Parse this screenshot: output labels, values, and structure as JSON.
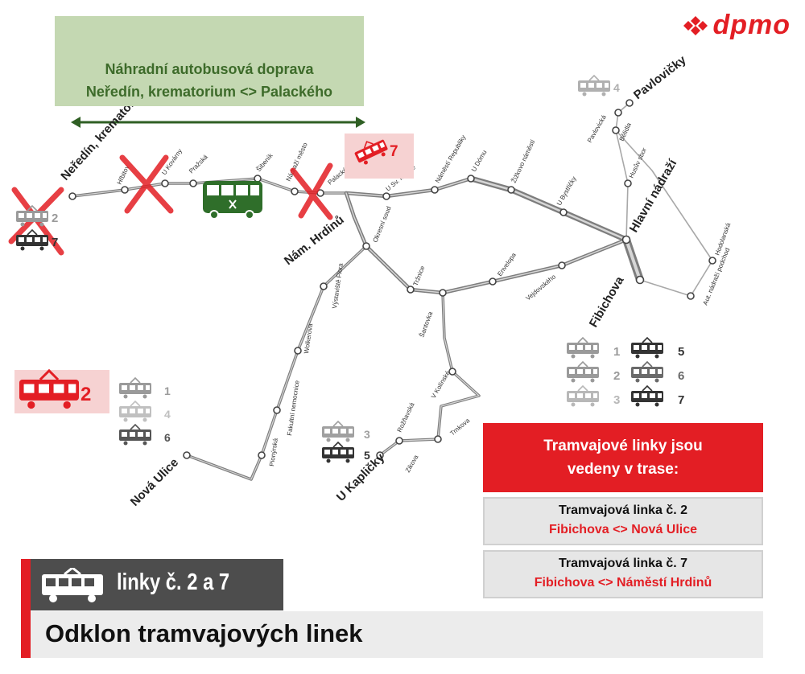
{
  "brand": {
    "logo_text": "dpmo",
    "color": "#e31e24"
  },
  "banner": {
    "line1": "Náhradní autobusová doprava",
    "line2": "Neředín, krematorium <> Palackého",
    "bg": "#c4d8b2",
    "text_color": "#3d6b2a"
  },
  "terminals": {
    "neredin": "Neředín, krematorium",
    "nam_hrdinu": "Nám. Hrdinů",
    "pavlovicky": "Pavlovičky",
    "hlavni": "Hlavní nádraží",
    "fibichova": "Fibichova",
    "nova_ulice": "Nová Ulice",
    "u_kaplicky": "U Kapličky"
  },
  "stops": {
    "hrbitov": "Hřbitov",
    "u_kovarny": "U Kovárny",
    "prazska": "Pražská",
    "sibenik": "Šibeník",
    "nadrazi_mesto": "Nádraží město",
    "palackeho": "Palackého",
    "u_sv_morice": "U Sv. Mořice",
    "namesti_republiky": "Náměstí Republiky",
    "u_domu": "U Dómu",
    "zizkovo": "Žižkovo náměstí",
    "u_bystricky": "U Bystřičky",
    "pavlovicka": "Pavlovická",
    "belidla": "Bělidla",
    "husuv_sbor": "Husův sbor",
    "hodolanska": "Hodolanská",
    "aut_nadrazi": "Aut. nádraží podchod",
    "okresni_soud": "Okresní soud",
    "trznice": "Tržnice",
    "envelopa": "Envelopa",
    "vejdovskeho": "Vejdovského",
    "santovka": "Šantovka",
    "v_kolinse": "V Kolínské",
    "rozmarova": "Rožňavská",
    "trnkova": "Trnkova",
    "zikova": "Zikova",
    "vystaviste": "Výstaviště Flora",
    "wolkerova": "Wolkerova",
    "fakultni": "Fakultní nemocnice",
    "pionyrska": "Pionýrská"
  },
  "line_badges": {
    "neredin_2": "2",
    "neredin_7": "7",
    "palackeho_7": "7",
    "pavlovicky_4": "4",
    "hub_1": "1",
    "hub_2": "2",
    "hub_3": "3",
    "hub_5": "5",
    "hub_6": "6",
    "hub_7": "7",
    "nova_ulice_2": "2",
    "nova_ulice_1": "1",
    "nova_ulice_4": "4",
    "nova_ulice_6": "6",
    "kaplicky_3": "3",
    "kaplicky_5": "5"
  },
  "info": {
    "heading": "Tramvajové linky jsou vedeny v trase:",
    "line2_title": "Tramvajová linka č. 2",
    "line2_route": "Fibichova <> Nová Ulice",
    "line7_title": "Tramvajová linka č. 7",
    "line7_route": "Fibichova <> Náměstí Hrdinů"
  },
  "footer": {
    "lines_label": "linky č. 2 a 7",
    "title": "Odklon tramvajových linek"
  },
  "colors": {
    "accent_red": "#e31e24",
    "bus_green": "#2f6e2a",
    "track_grey": "#8a8a8a",
    "dark_grey": "#4d4d4d"
  }
}
